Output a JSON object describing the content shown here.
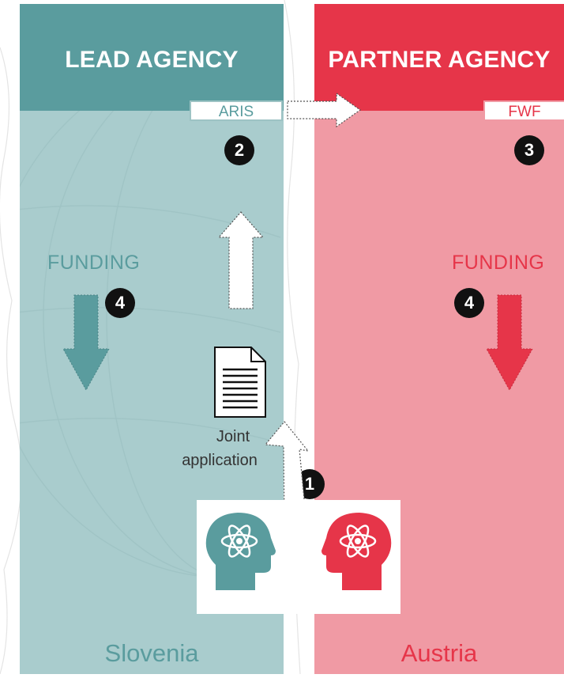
{
  "lead": {
    "title": "LEAD AGENCY",
    "agency": "ARIS",
    "funding": "FUNDING",
    "country": "Slovenia"
  },
  "partner": {
    "title": "PARTNER AGENCY",
    "agency": "FWF",
    "funding": "FUNDING",
    "country": "Austria"
  },
  "steps": {
    "one": "1",
    "two": "2",
    "three": "3",
    "four_lead": "4",
    "four_partner": "4"
  },
  "document": {
    "line1": "Joint",
    "line2": "application"
  },
  "colors": {
    "teal": "#5a9c9e",
    "teal_light": "#a9cccd",
    "red": "#e63549",
    "red_light": "#f09aa4"
  },
  "icons": [
    "scientist-head-icon",
    "scientist-head-icon",
    "document-icon",
    "arrow-right-icon",
    "arrow-up-icon",
    "arrow-down-icon"
  ]
}
